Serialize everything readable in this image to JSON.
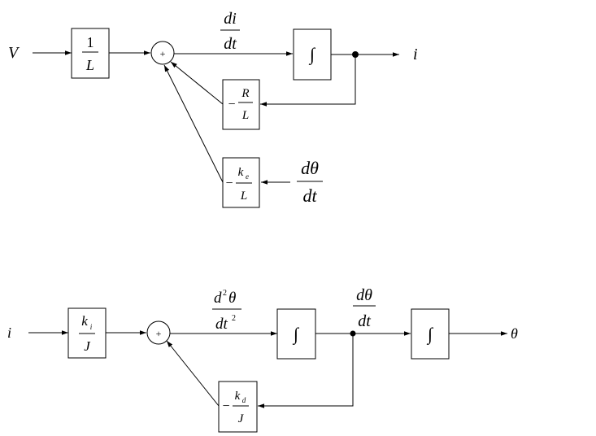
{
  "diagram1": {
    "input_label": "V",
    "gain_num": "1",
    "gain_den": "L",
    "sum_symbol": "+",
    "deriv_num": "di",
    "deriv_den": "dt",
    "integrator_symbol": "∫",
    "output_label": "i",
    "fb1_sign": "−",
    "fb1_num": "R",
    "fb1_den": "L",
    "fb2_sign": "−",
    "fb2_num_main": "k",
    "fb2_num_sub": "e",
    "fb2_den": "L",
    "ext_num": "dθ",
    "ext_den": "dt"
  },
  "diagram2": {
    "input_label": "i",
    "gain_num_main": "k",
    "gain_num_sub": "i",
    "gain_den": "J",
    "sum_symbol": "+",
    "accel_num_d": "d",
    "accel_num_sup": "2",
    "accel_num_var": "θ",
    "accel_den_var": "dt",
    "accel_den_sup": "2",
    "integrator1_symbol": "∫",
    "vel_num": "dθ",
    "vel_den": "dt",
    "integrator2_symbol": "∫",
    "output_label": "θ",
    "fb_sign": "−",
    "fb_num_main": "k",
    "fb_num_sub": "d",
    "fb_den": "J"
  }
}
